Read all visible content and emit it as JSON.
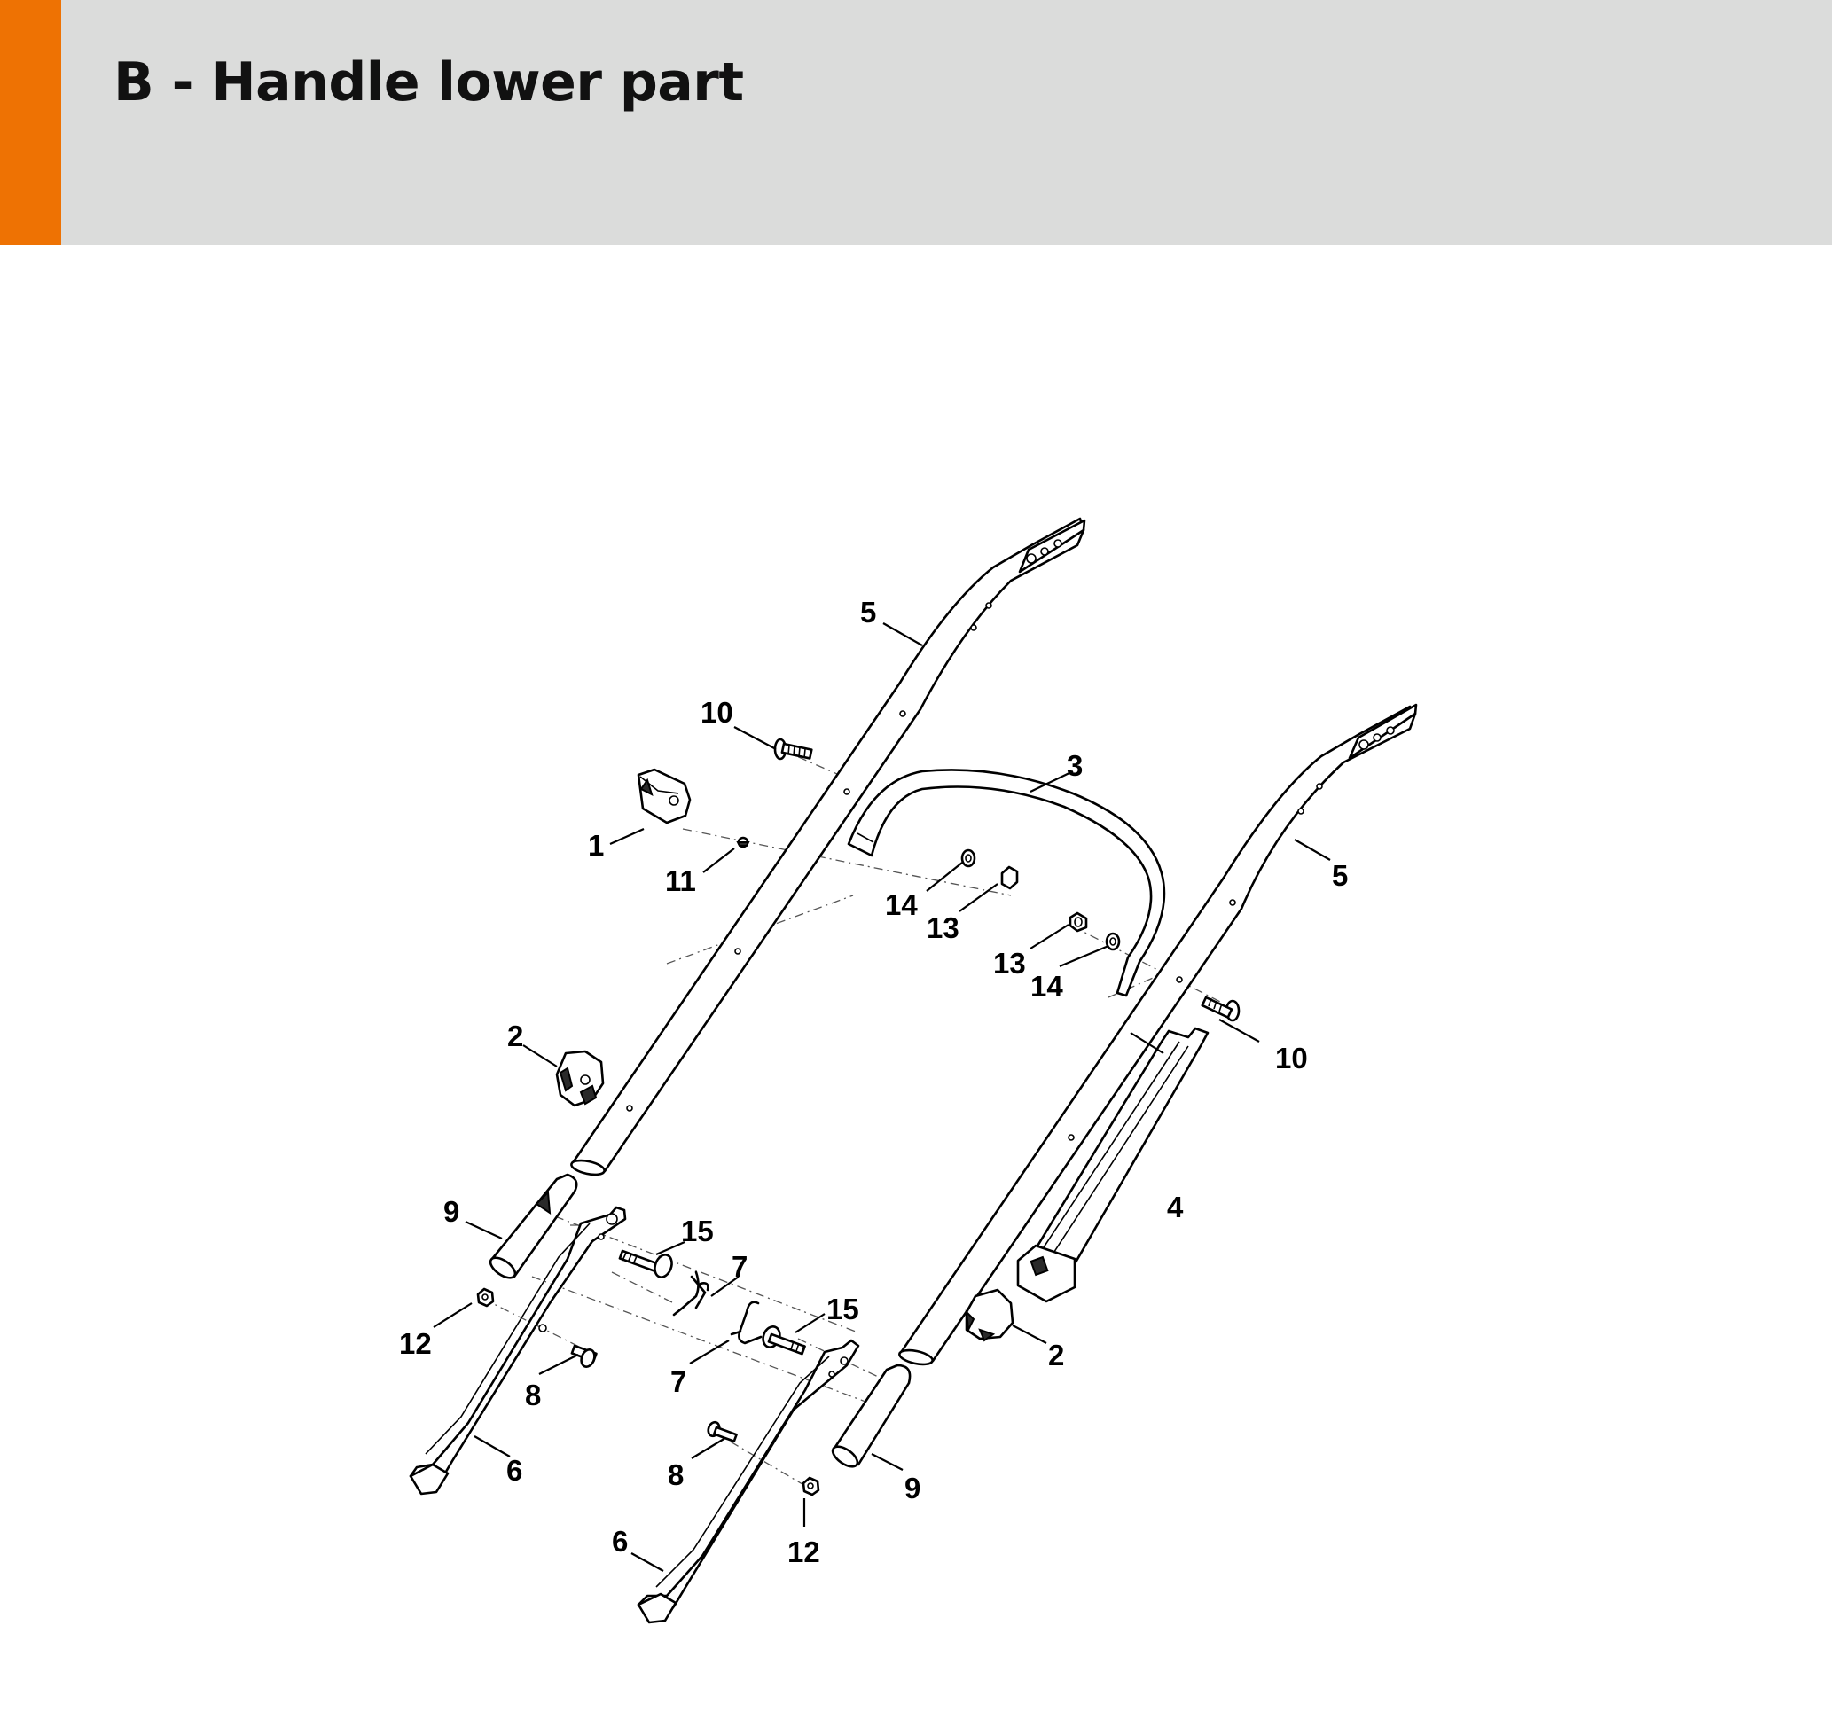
{
  "title": "B - Handle lower part",
  "colors": {
    "accent": "#ee7203",
    "header_background": "#dbdcdb"
  },
  "callouts": {
    "c1": "1",
    "c2a": "2",
    "c2b": "2",
    "c3": "3",
    "c4": "4",
    "c5a": "5",
    "c5b": "5",
    "c6a": "6",
    "c6b": "6",
    "c7a": "7",
    "c7b": "7",
    "c8a": "8",
    "c8b": "8",
    "c9a": "9",
    "c9b": "9",
    "c10a": "10",
    "c10b": "10",
    "c11": "11",
    "c12a": "12",
    "c12b": "12",
    "c13a": "13",
    "c13b": "13",
    "c14a": "14",
    "c14b": "14",
    "c15a": "15",
    "c15b": "15"
  }
}
